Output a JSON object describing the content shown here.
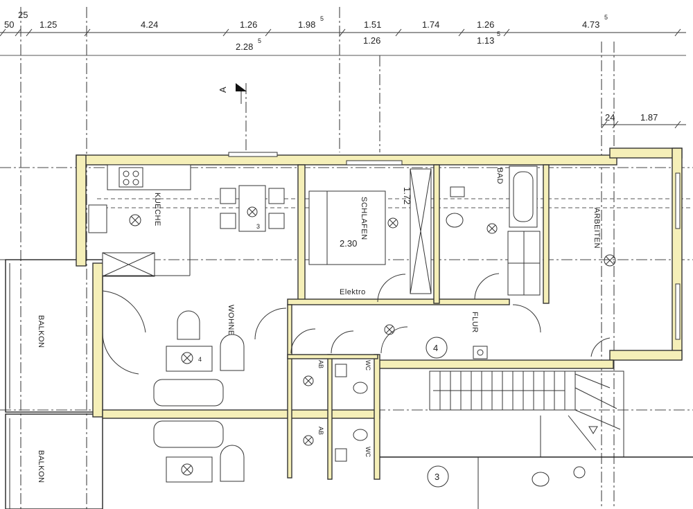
{
  "dimensions_top": [
    "50",
    "25",
    "1.25",
    "4.24",
    "1.26",
    "1.98",
    "5",
    "1.51",
    "1.74",
    "1.26",
    "4.73",
    "5"
  ],
  "dimensions_second_row": [
    "2.28",
    "5",
    "1.26",
    "1.13",
    "5"
  ],
  "dimensions_right": [
    "24",
    "1.87"
  ],
  "section_marker": "A",
  "rooms": {
    "kueche": "KUECHE",
    "wohnen": "WOHNEN",
    "schlafen": "SCHLAFEN",
    "bad": "BAD",
    "arbeiten": "ARBEITEN",
    "flur": "FLUR",
    "elektro": "Elektro",
    "balkon": "BALKON",
    "balkon_lower": "BALKON",
    "ab": "AB",
    "ab_lower": "AB",
    "wc": "WC",
    "wc_lower": "WC"
  },
  "room_dims": {
    "schlafen_width": "2.30",
    "schlafen_height": "1.72"
  },
  "unit_numbers": {
    "unit_4": "4",
    "unit_3": "3"
  },
  "fixture_numbers": {
    "table_wohnen": "4",
    "table_dining": "3"
  },
  "colors": {
    "wall_fill": "#f5efb8",
    "line": "#333333"
  }
}
